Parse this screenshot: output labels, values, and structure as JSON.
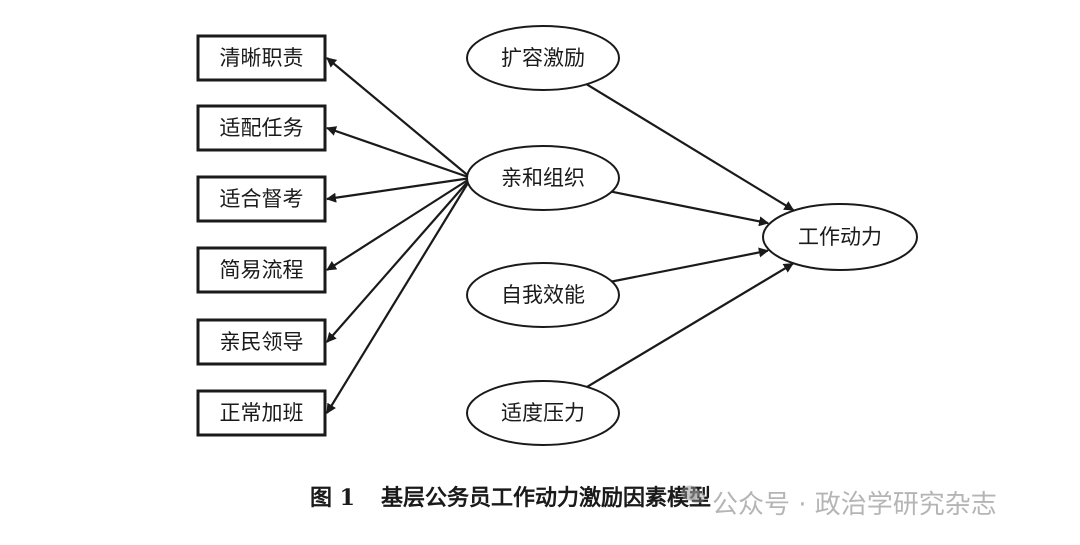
{
  "outcomes": [
    {
      "id": "clear-duty",
      "label": "清晰职责"
    },
    {
      "id": "fit-task",
      "label": "适配任务"
    },
    {
      "id": "fit-supervision",
      "label": "适合督考"
    },
    {
      "id": "simple-process",
      "label": "简易流程"
    },
    {
      "id": "people-leader",
      "label": "亲民领导"
    },
    {
      "id": "normal-overtime",
      "label": "正常加班"
    }
  ],
  "factors": [
    {
      "id": "expand-incentive",
      "label": "扩容激励"
    },
    {
      "id": "friendly-org",
      "label": "亲和组织"
    },
    {
      "id": "self-efficacy",
      "label": "自我效能"
    },
    {
      "id": "moderate-pressure",
      "label": "适度压力"
    }
  ],
  "target": {
    "id": "work-motivation",
    "label": "工作动力"
  },
  "edges": [
    {
      "from": "friendly-org",
      "to": "clear-duty"
    },
    {
      "from": "friendly-org",
      "to": "fit-task"
    },
    {
      "from": "friendly-org",
      "to": "fit-supervision"
    },
    {
      "from": "friendly-org",
      "to": "simple-process"
    },
    {
      "from": "friendly-org",
      "to": "people-leader"
    },
    {
      "from": "friendly-org",
      "to": "normal-overtime"
    },
    {
      "from": "expand-incentive",
      "to": "work-motivation"
    },
    {
      "from": "friendly-org",
      "to": "work-motivation"
    },
    {
      "from": "self-efficacy",
      "to": "work-motivation"
    },
    {
      "from": "moderate-pressure",
      "to": "work-motivation"
    }
  ],
  "caption": {
    "number": "图 1",
    "text": "基层公务员工作动力激励因素模型"
  },
  "watermark": {
    "text": "公众号 · 政治学研究杂志",
    "icon": "wechat-icon"
  }
}
